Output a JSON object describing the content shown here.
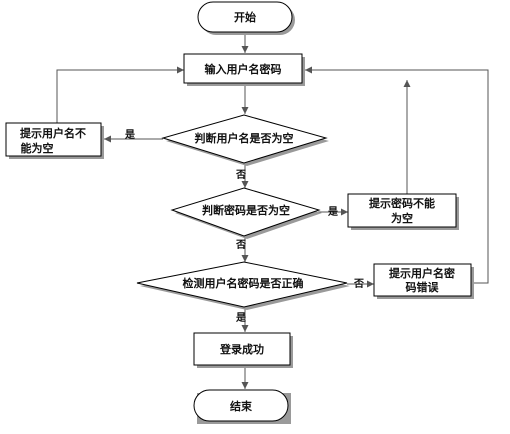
{
  "nodes": {
    "start": "开始",
    "input": "输入用户名密码",
    "check_username": "判断用户名是否为空",
    "prompt_username_1": "提示用户名不",
    "prompt_username_2": "能为空",
    "check_password": "判断密码是否为空",
    "prompt_password_1": "提示密码不能",
    "prompt_password_2": "为空",
    "check_credentials": "检测用户名密码是否正确",
    "prompt_error_1": "提示用户名密",
    "prompt_error_2": "码错误",
    "login_success": "登录成功",
    "end": "结束"
  },
  "edges": {
    "yes": "是",
    "no": "否"
  }
}
